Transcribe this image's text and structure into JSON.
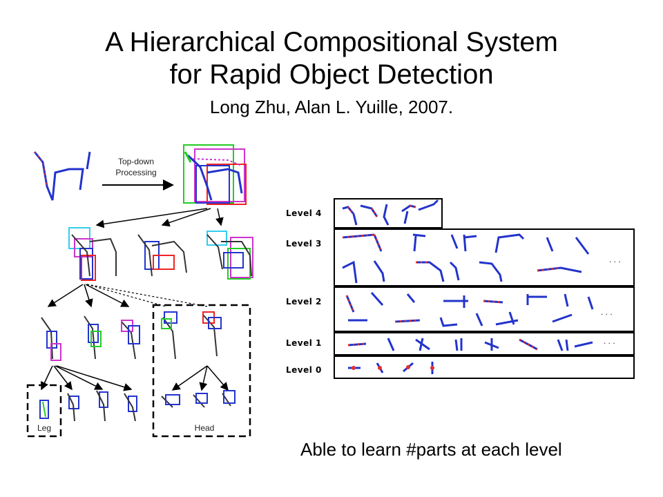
{
  "slide": {
    "title_line1": "A Hierarchical Compositional System",
    "title_line2": "for Rapid Object Detection",
    "subtitle": "Long Zhu, Alan L. Yuille, 2007.",
    "caption": "Able to learn #parts at each level"
  },
  "left_figure": {
    "arrow_label_line1": "Top-down",
    "arrow_label_line2": "Processing",
    "leg_label": "Leg",
    "head_label": "Head"
  },
  "right_figure": {
    "levels": [
      "Level 4",
      "Level 3",
      "Level 2",
      "Level 1",
      "Level 0"
    ],
    "ellipsis": ". . ."
  },
  "colors": {
    "part_blue": "#2233cc",
    "part_red": "#e03030",
    "box_green": "#22cc22",
    "box_magenta": "#cc33cc",
    "box_cyan": "#33ccee",
    "box_red": "#ee2222"
  }
}
